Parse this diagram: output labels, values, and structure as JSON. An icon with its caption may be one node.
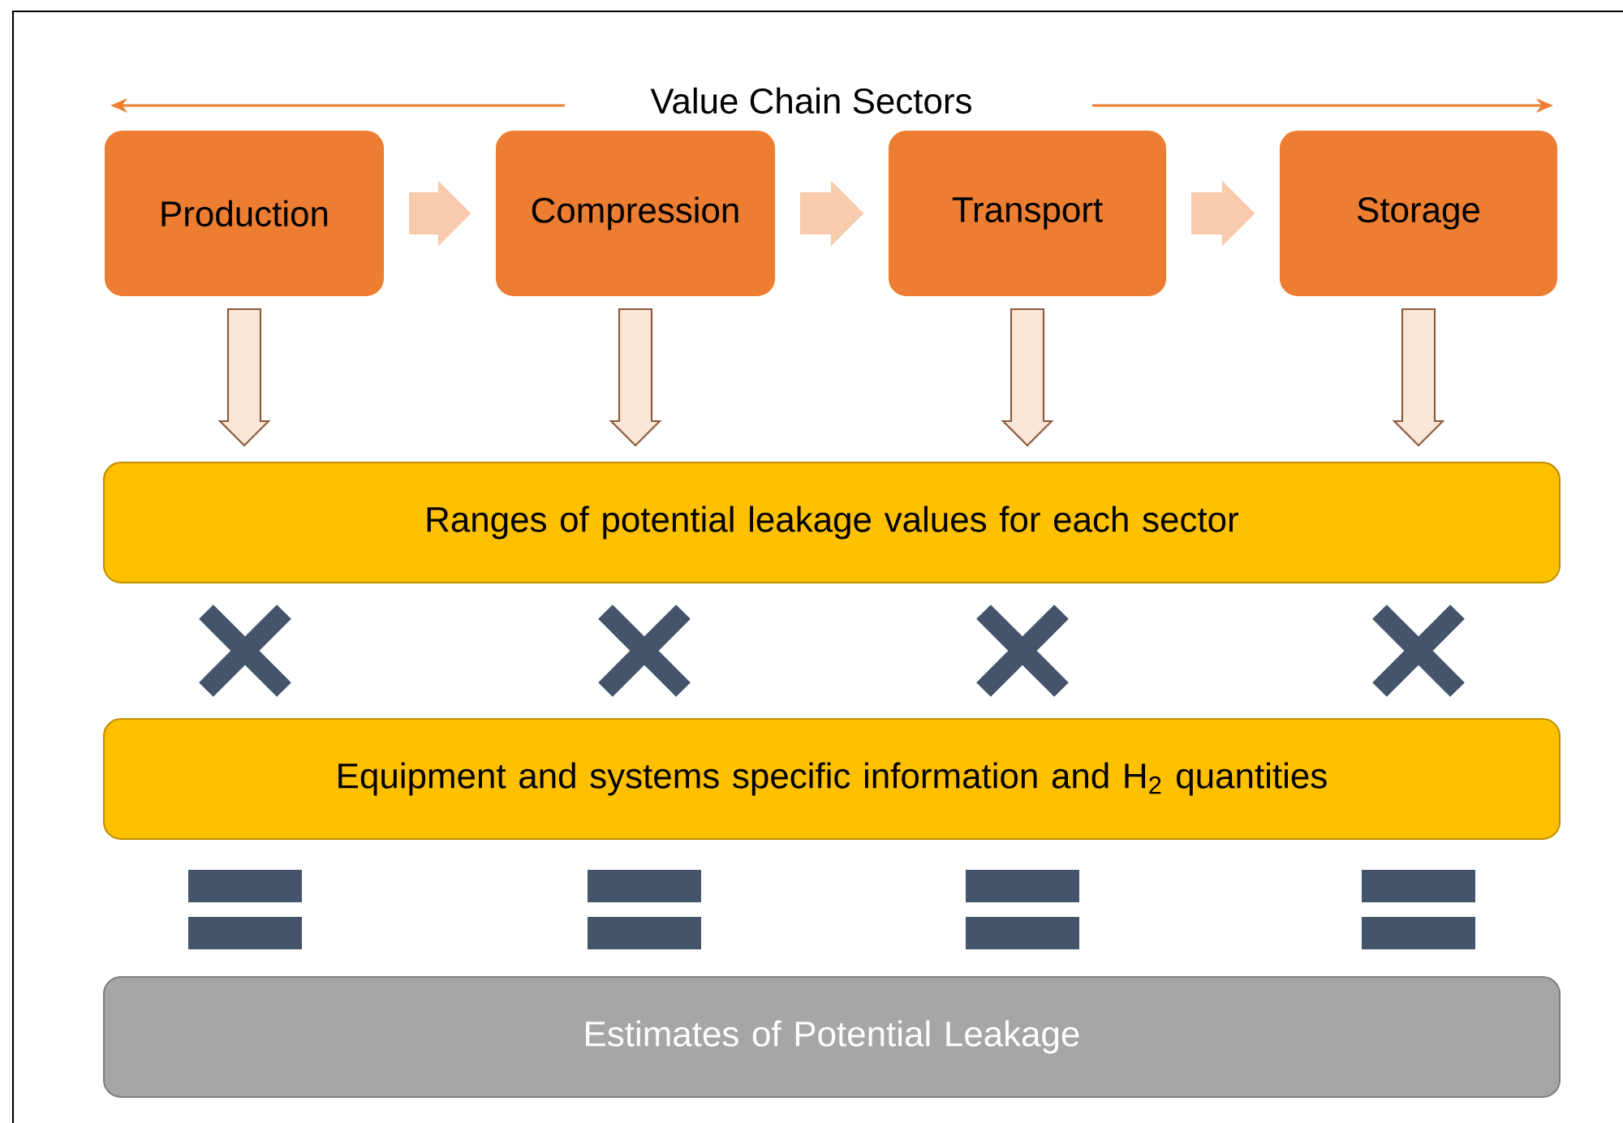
{
  "diagram": {
    "title": "Value Chain Sectors",
    "nodes": [
      {
        "text": [
          "Production"
        ]
      },
      {
        "text": [
          "Compression"
        ]
      },
      {
        "text": [
          "Transport"
        ]
      },
      {
        "text": [
          "Storage"
        ]
      },
      {
        "text": [
          "Ranges of potential leakage values for each sector"
        ]
      },
      {
        "text": [
          "Equipment and systems specific information and H$_{2}$ quantities"
        ]
      },
      {
        "text": [
          "Estimates of Potential Leakage"
        ]
      }
    ],
    "edges": [
      {
        "from": 0,
        "to": 1,
        "arrow": "to",
        "color": "#f8cbad"
      },
      {
        "from": 1,
        "to": 2,
        "arrow": "to",
        "color": "#f8cbad"
      },
      {
        "from": 2,
        "to": 3,
        "arrow": "to",
        "color": "#f8cbad"
      },
      {
        "from": 0,
        "to": 4,
        "arrow": "to"
      },
      {
        "from": 1,
        "to": 4,
        "arrow": "to"
      },
      {
        "from": 2,
        "to": 4,
        "arrow": "to"
      },
      {
        "from": 3,
        "to": 4,
        "arrow": "to"
      }
    ]
  }
}
